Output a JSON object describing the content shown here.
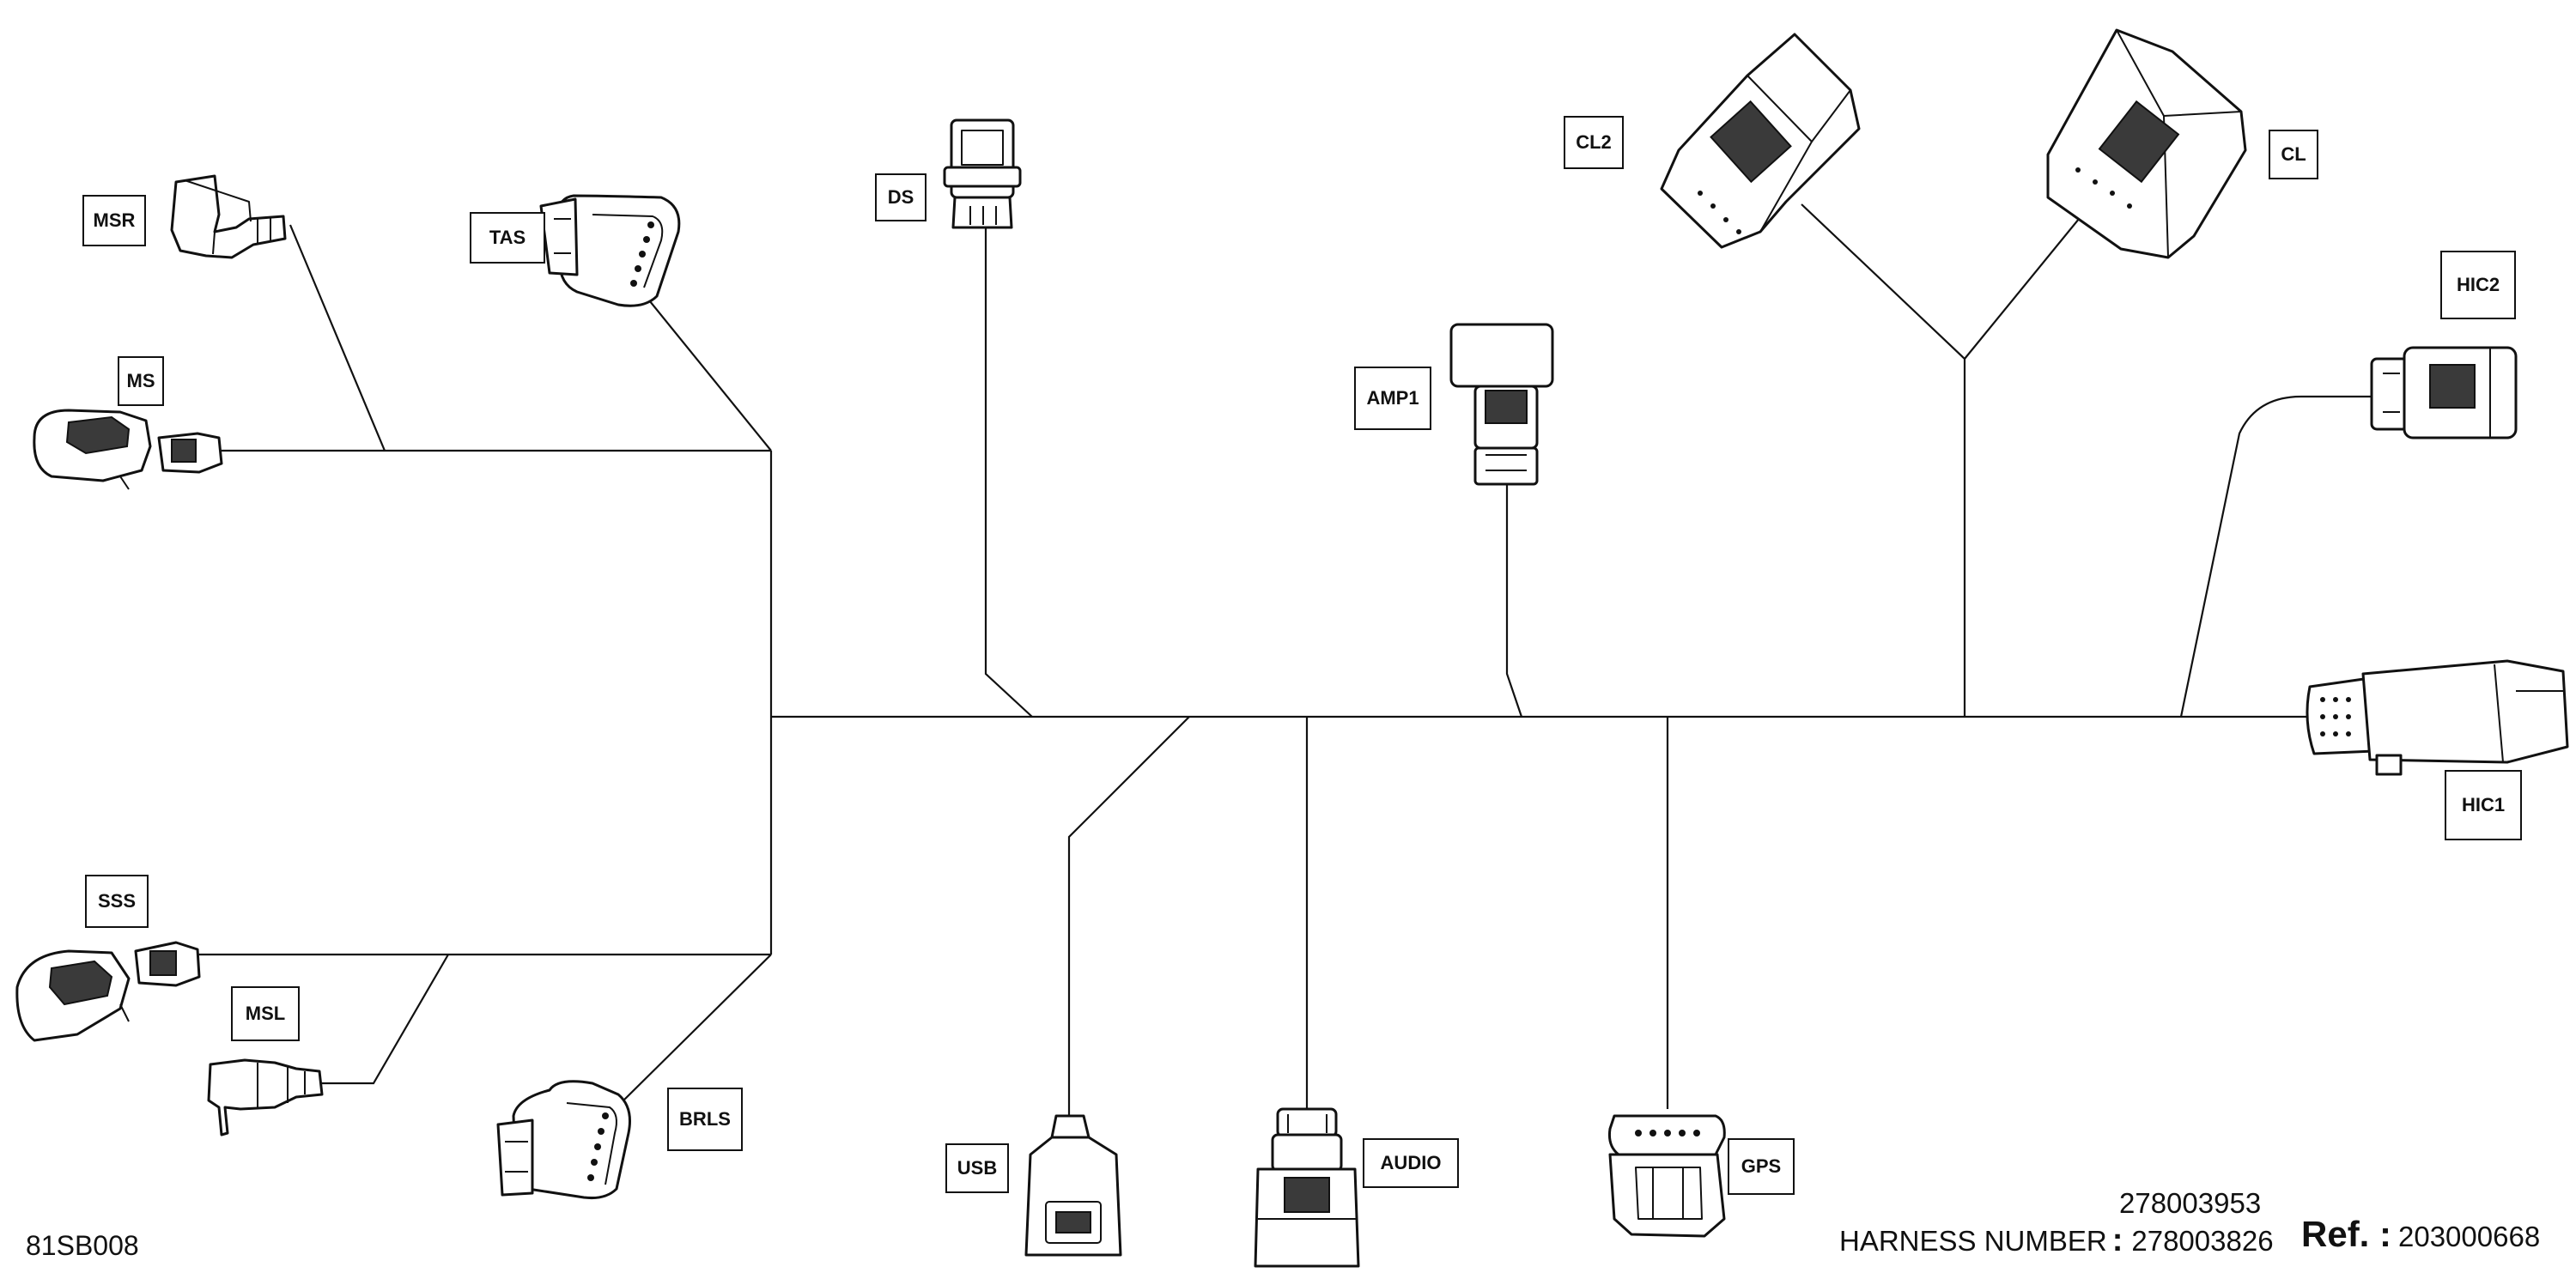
{
  "connectors": {
    "msr": "MSR",
    "ms": "MS",
    "tas": "TAS",
    "ds": "DS",
    "amp1": "AMP1",
    "cl2": "CL2",
    "cl": "CL",
    "hic2": "HIC2",
    "hic1": "HIC1",
    "sss": "SSS",
    "msl": "MSL",
    "brls": "BRLS",
    "usb": "USB",
    "audio": "AUDIO",
    "gps": "GPS"
  },
  "footer": {
    "figure_code": "81SB008",
    "harness_number_alt": "278003953",
    "harness_number_label": "HARNESS NUMBER",
    "harness_number": "278003826",
    "ref_label": "Ref. :",
    "ref_number": "203000668"
  }
}
